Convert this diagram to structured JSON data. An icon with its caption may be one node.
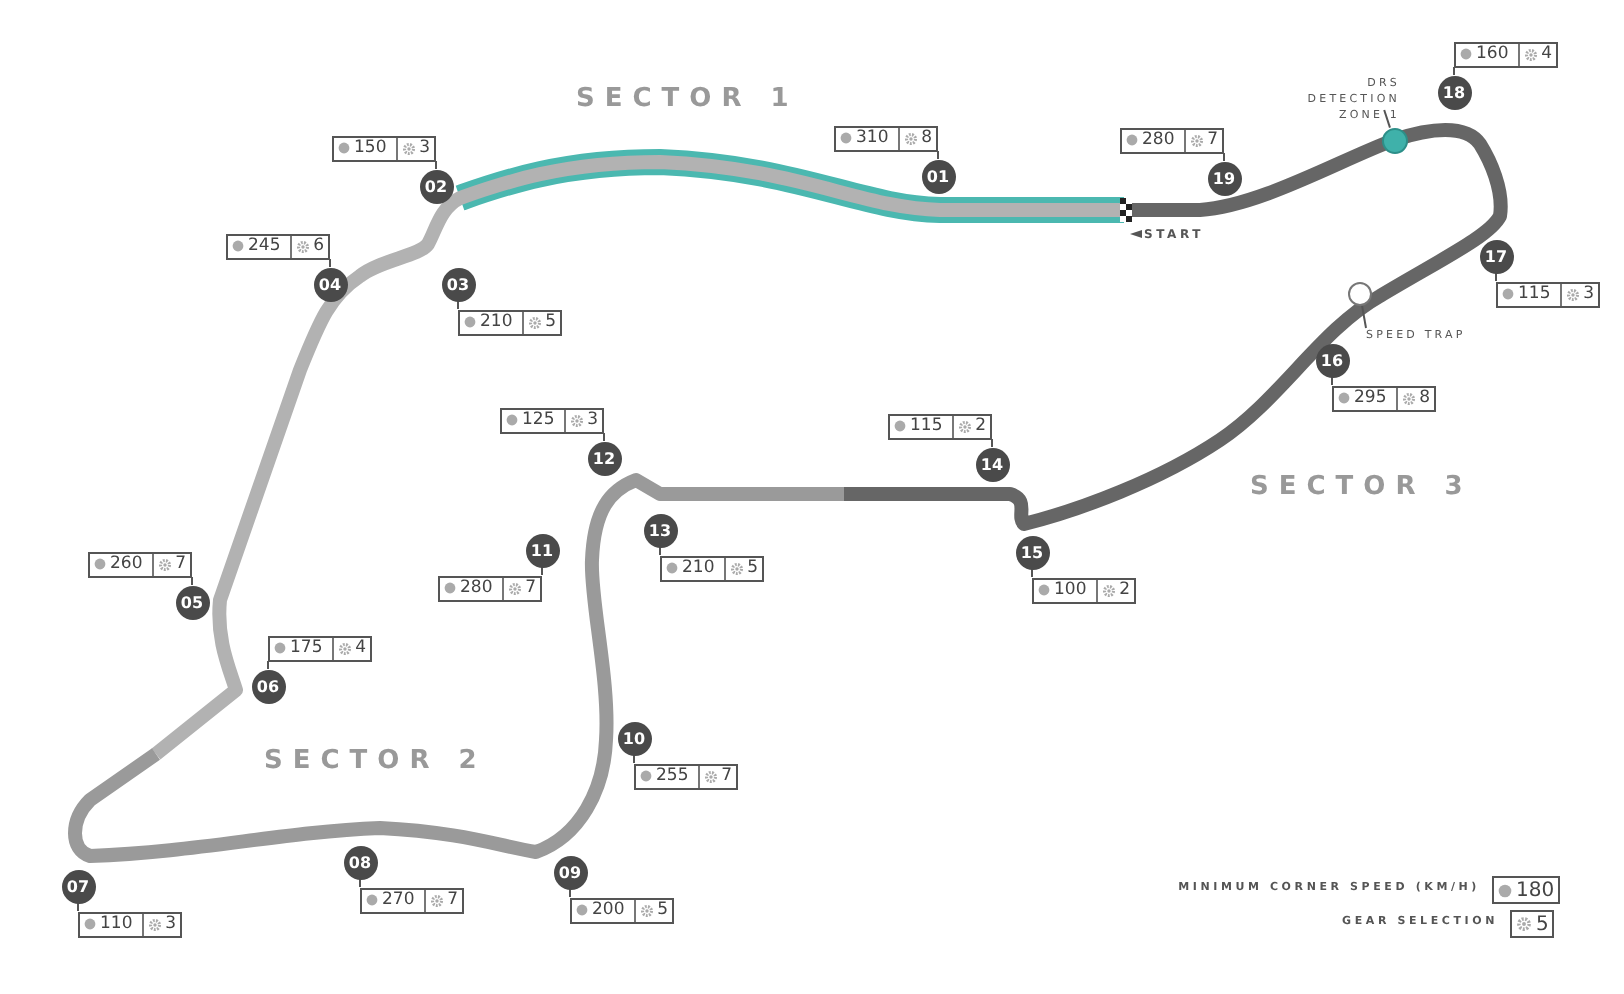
{
  "diagram": {
    "nodes": [
      {
        "text": [
          "01"
        ]
      },
      {
        "text": [
          "310",
          "8"
        ]
      },
      {
        "text": [
          "02"
        ]
      },
      {
        "text": [
          "150",
          "3"
        ]
      },
      {
        "text": [
          "03"
        ]
      },
      {
        "text": [
          "210",
          "5"
        ]
      },
      {
        "text": [
          "04"
        ]
      },
      {
        "text": [
          "245",
          "6"
        ]
      },
      {
        "text": [
          "05"
        ]
      },
      {
        "text": [
          "260",
          "7"
        ]
      },
      {
        "text": [
          "06"
        ]
      },
      {
        "text": [
          "175",
          "4"
        ]
      },
      {
        "text": [
          "07"
        ]
      },
      {
        "text": [
          "110",
          "3"
        ]
      },
      {
        "text": [
          "08"
        ]
      },
      {
        "text": [
          "270",
          "7"
        ]
      },
      {
        "text": [
          "09"
        ]
      },
      {
        "text": [
          "200",
          "5"
        ]
      },
      {
        "text": [
          "10"
        ]
      },
      {
        "text": [
          "255",
          "7"
        ]
      },
      {
        "text": [
          "11"
        ]
      },
      {
        "text": [
          "280",
          "7"
        ]
      },
      {
        "text": [
          "12"
        ]
      },
      {
        "text": [
          "125",
          "3"
        ]
      },
      {
        "text": [
          "13"
        ]
      },
      {
        "text": [
          "210",
          "5"
        ]
      },
      {
        "text": [
          "14"
        ]
      },
      {
        "text": [
          "115",
          "2"
        ]
      },
      {
        "text": [
          "15"
        ]
      },
      {
        "text": [
          "100",
          "2"
        ]
      },
      {
        "text": [
          "16"
        ]
      },
      {
        "text": [
          "295",
          "8"
        ]
      },
      {
        "text": [
          "17"
        ]
      },
      {
        "text": [
          "115",
          "3"
        ]
      },
      {
        "text": [
          "18"
        ]
      },
      {
        "text": [
          "160",
          "4"
        ]
      },
      {
        "text": [
          "19"
        ]
      },
      {
        "text": [
          "280",
          "7"
        ]
      },
      {
        "text": [
          "DRS DETECTION ZONE 1"
        ]
      },
      {
        "text": [],
        "shape": "circle"
      },
      {
        "text": [],
        "shape": "circle"
      },
      {
        "text": [
          "SPEED TRAP"
        ]
      }
    ],
    "edges": [
      {
        "from": 0,
        "to": 1,
        "arrow": "none"
      },
      {
        "from": 2,
        "to": 3,
        "arrow": "none"
      },
      {
        "from": 4,
        "to": 5,
        "arrow": "none"
      },
      {
        "from": 6,
        "to": 7,
        "arrow": "none"
      },
      {
        "from": 8,
        "to": 9,
        "arrow": "none"
      },
      {
        "from": 10,
        "to": 11,
        "arrow": "none"
      },
      {
        "from": 12,
        "to": 13,
        "arrow": "none"
      },
      {
        "from": 14,
        "to": 15,
        "arrow": "none"
      },
      {
        "from": 16,
        "to": 17,
        "arrow": "none"
      },
      {
        "from": 18,
        "to": 19,
        "arrow": "none"
      },
      {
        "from": 20,
        "to": 21,
        "arrow": "none"
      },
      {
        "from": 22,
        "to": 23,
        "arrow": "none"
      },
      {
        "from": 24,
        "to": 25,
        "arrow": "none"
      },
      {
        "from": 26,
        "to": 27,
        "arrow": "none"
      },
      {
        "from": 28,
        "to": 29,
        "arrow": "none"
      },
      {
        "from": 30,
        "to": 31,
        "arrow": "none"
      },
      {
        "from": 32,
        "to": 33,
        "arrow": "none"
      },
      {
        "from": 34,
        "to": 35,
        "arrow": "none"
      },
      {
        "from": 36,
        "to": 37,
        "arrow": "none"
      },
      {
        "from": 38,
        "to": 39,
        "arrow": "none"
      },
      {
        "from": 40,
        "to": 41,
        "arrow": "none"
      }
    ],
    "labels": [
      "SECTOR 1",
      "START",
      "SECTOR 3",
      "SECTOR 2",
      "180",
      "5"
    ],
    "legend": [
      {
        "text": "MINIMUM CORNER SPEED (KM/H)"
      },
      {
        "text": "GEAR SELECTION"
      }
    ]
  }
}
